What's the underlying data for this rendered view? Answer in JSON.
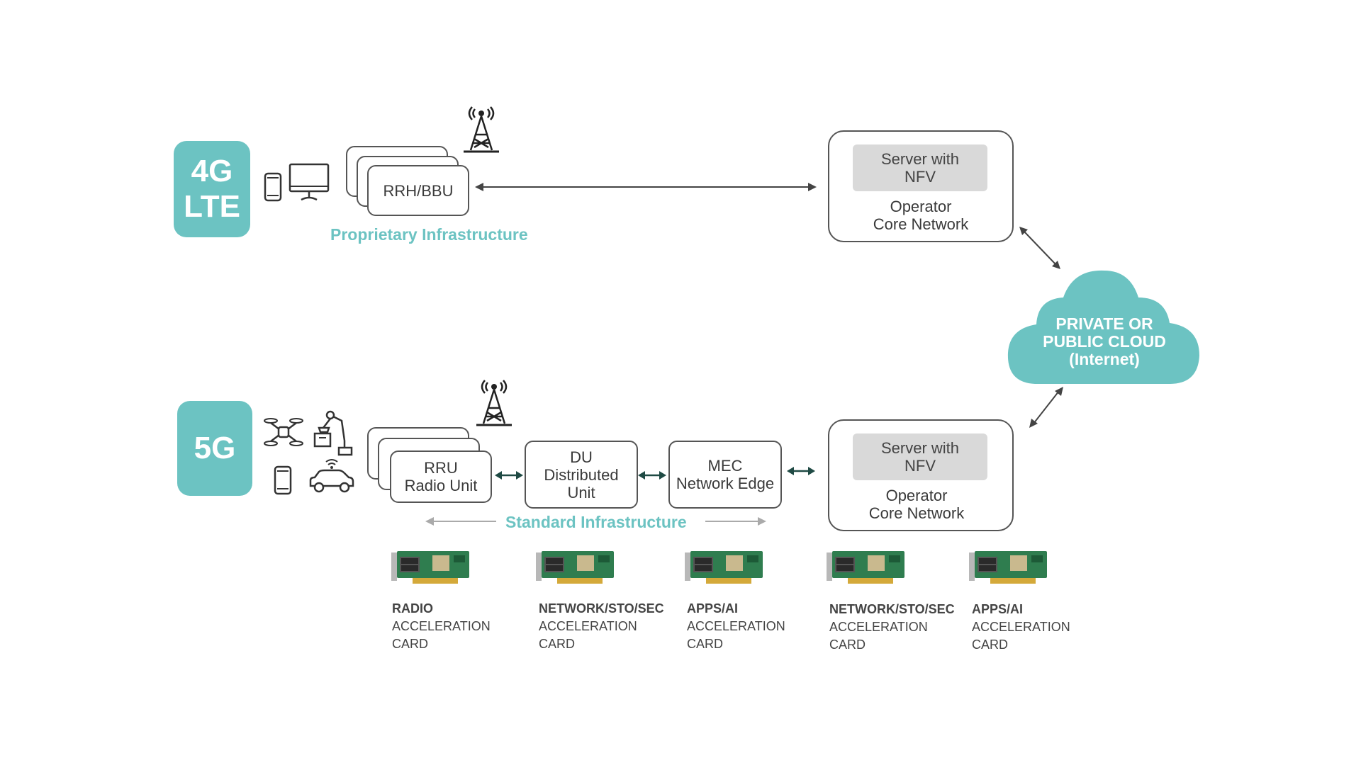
{
  "lte_section": {
    "badge_line1": "4G",
    "badge_line2": "LTE",
    "rrh_label": "RRH/BBU",
    "infra_label": "Proprietary Infrastructure"
  },
  "g5_section": {
    "badge": "5G",
    "rru_line1": "RRU",
    "rru_line2": "Radio Unit",
    "du_line1": "DU",
    "du_line2": "Distributed",
    "du_line3": "Unit",
    "mec_line1": "MEC",
    "mec_line2": "Network Edge",
    "infra_label": "Standard Infrastructure"
  },
  "core_top": {
    "server_line1": "Server with",
    "server_line2": "NFV",
    "label_line1": "Operator",
    "label_line2": "Core Network"
  },
  "core_bottom": {
    "server_line1": "Server with",
    "server_line2": "NFV",
    "label_line1": "Operator",
    "label_line2": "Core Network"
  },
  "cloud": {
    "line1": "PRIVATE OR",
    "line2": "PUBLIC CLOUD",
    "line3": "(Internet)"
  },
  "cards": [
    {
      "title": "RADIO",
      "line2": "ACCELERATION",
      "line3": "CARD"
    },
    {
      "title": "NETWORK/STO/SEC",
      "line2": "ACCELERATION",
      "line3": "CARD"
    },
    {
      "title": "APPS/AI",
      "line2": "ACCELERATION",
      "line3": "CARD"
    },
    {
      "title": "NETWORK/STO/SEC",
      "line2": "ACCELERATION",
      "line3": "CARD"
    },
    {
      "title": "APPS/AI",
      "line2": "ACCELERATION",
      "line3": "CARD"
    }
  ],
  "colors": {
    "accent": "#6cc3c2",
    "arrow_dark": "#1f4a44",
    "box_border": "#555555",
    "server_fill": "#d9d9d9",
    "pcb_green": "#2f7d4f"
  },
  "icons": [
    "phone-icon",
    "monitor-icon",
    "cell-tower-icon",
    "drone-icon",
    "robot-arm-icon",
    "connected-car-icon",
    "pcie-card-icon"
  ]
}
